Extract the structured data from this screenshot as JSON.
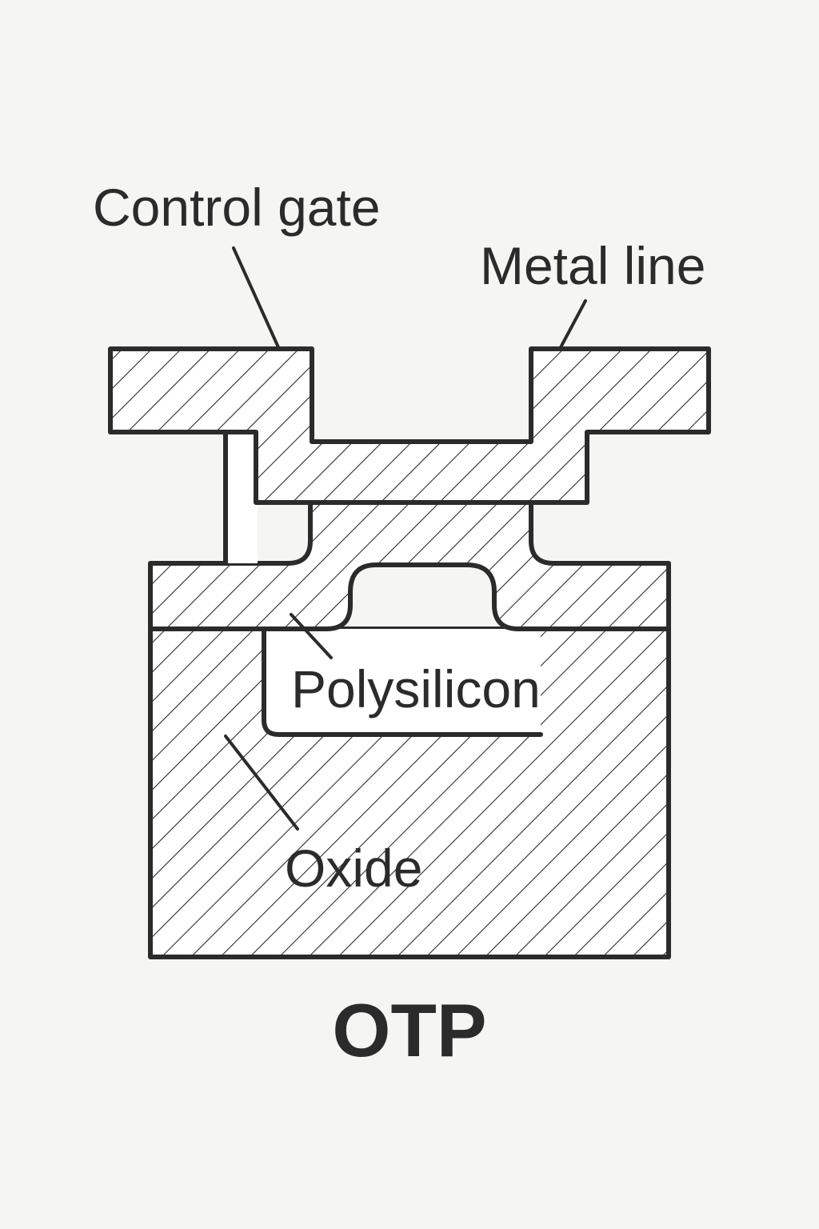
{
  "diagram": {
    "labels": {
      "control_gate": "Control gate",
      "metal_line": "Metal line",
      "polysilicon": "Polysilicon",
      "oxide": "Oxide"
    },
    "caption": "OTP"
  },
  "colors": {
    "ink": "#2b2b2b",
    "background": "#f5f5f4",
    "fill": "#ffffff"
  }
}
